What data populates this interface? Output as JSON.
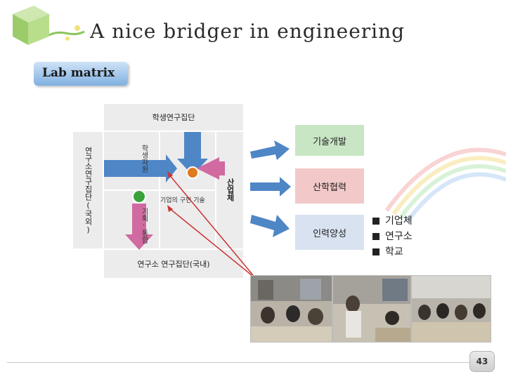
{
  "slide": {
    "title": "A nice bridger in engineering",
    "subtitle": "Lab matrix",
    "page_number": "43"
  },
  "matrix": {
    "top_label": "학생연구집단",
    "left_label": "연구소연구집단(국외)",
    "bottom_label": "연구소 연구집단(국내)",
    "right_label": "산업체",
    "vertical_arrow_label": "학생자원",
    "horizontal_arrow_label": "기업의 구현 기술",
    "lower_vertical_label": "기획·통합"
  },
  "outcomes": [
    {
      "label": "기술개발",
      "color": "#c9e6c4"
    },
    {
      "label": "산학협력",
      "color": "#f2c8c8"
    },
    {
      "label": "인력양성",
      "color": "#d9e2f0"
    }
  ],
  "legend": {
    "items": [
      "기업체",
      "연구소",
      "학교"
    ]
  },
  "colors": {
    "arrow_blue": "#4f86c6",
    "arrow_pink": "#d06aa0",
    "arrow_red": "#cc3333"
  }
}
